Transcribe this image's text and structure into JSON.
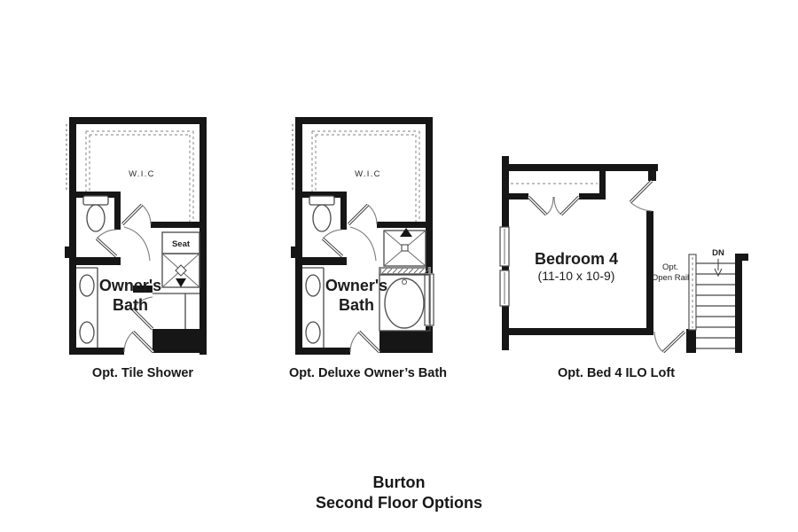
{
  "sheet": {
    "title_line1": "Burton",
    "title_line2": "Second Floor Options"
  },
  "labels": {
    "wic": "W.I.C",
    "seat": "Seat",
    "owners_bath_line1": "Owner's",
    "owners_bath_line2": "Bath"
  },
  "plans": {
    "tile_shower": {
      "caption": "Opt. Tile Shower"
    },
    "deluxe_bath": {
      "caption": "Opt. Deluxe Owner’s Bath"
    },
    "bed4": {
      "caption": "Opt. Bed 4 ILO Loft",
      "room_name": "Bedroom 4",
      "room_dims": "(11-10 x 10-9)",
      "stairs_direction": "DN",
      "rail_line1": "Opt.",
      "rail_line2": "Open Rail"
    }
  },
  "colors": {
    "wall": "#161616",
    "line": "#474747",
    "dashed": "#9a9a9a",
    "background": "#ffffff"
  }
}
